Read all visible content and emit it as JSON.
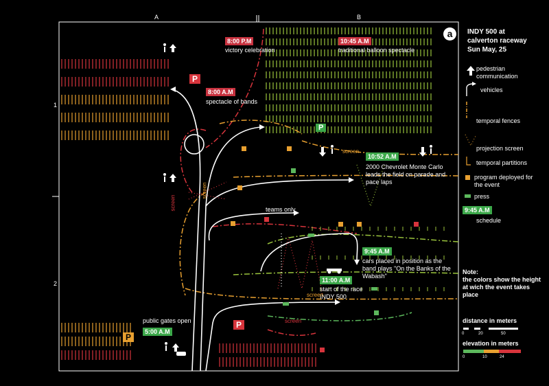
{
  "colors": {
    "red": "#d7343c",
    "orange": "#e8a030",
    "green": "#5cb85c",
    "lime": "#9bc53d",
    "white": "#ffffff",
    "black": "#000000",
    "tag_red": "#c8323f",
    "tag_green": "#3ca84a"
  },
  "grid": {
    "col_a": "A",
    "col_b": "B",
    "row_1": "1",
    "row_2": "2"
  },
  "badge": "a",
  "title": {
    "line1": "INDY 500 at",
    "line2": "calverton raceway",
    "line3": "Sun May, 25"
  },
  "legend": {
    "pedestrian": "pedestrian communication",
    "vehicles": "vehicles",
    "fences": "temporal fences",
    "projection": "projection screen",
    "partitions": "temporal partitions",
    "program": "program deployed for the event",
    "press": "press",
    "schedule_tag": "9:45 A.M",
    "schedule": "schedule",
    "note_title": "Note:",
    "note_text": "the colors show the height at wich the event takes place",
    "distance_title": "distance in meters",
    "distance_ticks": [
      "0",
      "20",
      "50"
    ],
    "elevation_title": "elevation in meters",
    "elevation_ticks": [
      "0",
      "10",
      "24"
    ]
  },
  "events": [
    {
      "time": "8:00 P.M",
      "text": "victory celebration",
      "color": "red"
    },
    {
      "time": "10:45 A.M",
      "text": "traditional balloon spectacle",
      "color": "red"
    },
    {
      "time": "8:00 A.M",
      "text": "spectacle of bands",
      "color": "red"
    },
    {
      "time": "10:52 A.M",
      "text": "2000 Chevrolet Monte Carlo leads the field on parade and pace laps",
      "color": "green"
    },
    {
      "time": "9:45 A.M",
      "text": "cars placed in position as the band plays \"On the Banks of the Wabash\"",
      "color": "green"
    },
    {
      "time": "11:00 A.M",
      "text": "start of the race INDY 500",
      "color": "green"
    },
    {
      "time": "5:00 A.M",
      "text": "public gates open",
      "color": "green"
    }
  ],
  "labels": {
    "teams_only": "teams only",
    "screen": "screen",
    "parking": "P"
  }
}
